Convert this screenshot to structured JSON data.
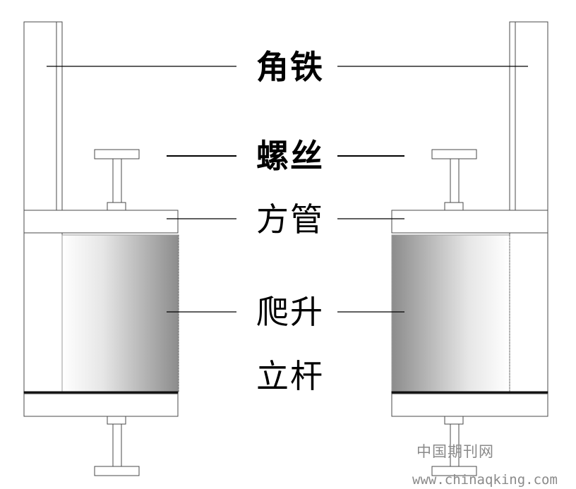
{
  "labels": {
    "angle_iron": "角铁",
    "screw": "螺丝",
    "square_tube": "方管",
    "climbing_pole_line1": "爬升",
    "climbing_pole_line2": "立杆"
  },
  "watermark": {
    "line1": "中国期刊网",
    "line2": "www.chinaqking.com"
  },
  "colors": {
    "outline": "#4a4a4a",
    "leader": "#000000",
    "thick_bar": "#111111",
    "pole_dark": "#8c8c8c",
    "pole_light": "#ffffff",
    "watermark": "#8a8a8a"
  }
}
